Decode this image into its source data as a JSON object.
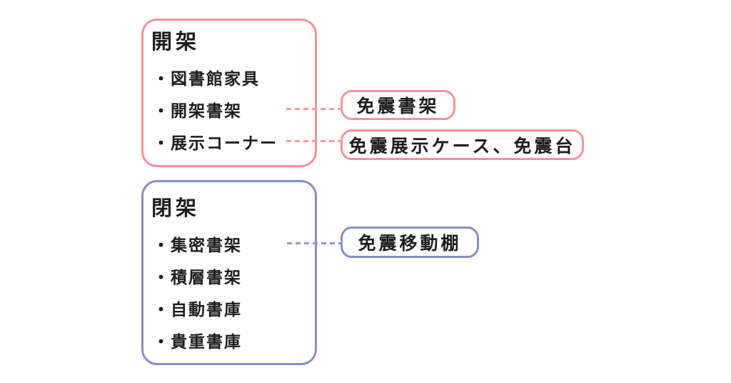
{
  "colors": {
    "pink_accent": "#f0939a",
    "blue_accent": "#8690bc",
    "text": "#1d1d1d",
    "background": "#ffffff"
  },
  "open_stacks": {
    "title": "開架",
    "items": [
      "・図書館家具",
      "・開架書架",
      "・展示コーナー"
    ]
  },
  "closed_stacks": {
    "title": "閉架",
    "items": [
      "・集密書架",
      "・積層書架",
      "・自動書庫",
      "・貴重書庫"
    ]
  },
  "callouts": {
    "isolated_shelf": "免震書架",
    "isolated_display": "免震展示ケース、免震台",
    "isolated_mobile": "免震移動棚"
  }
}
